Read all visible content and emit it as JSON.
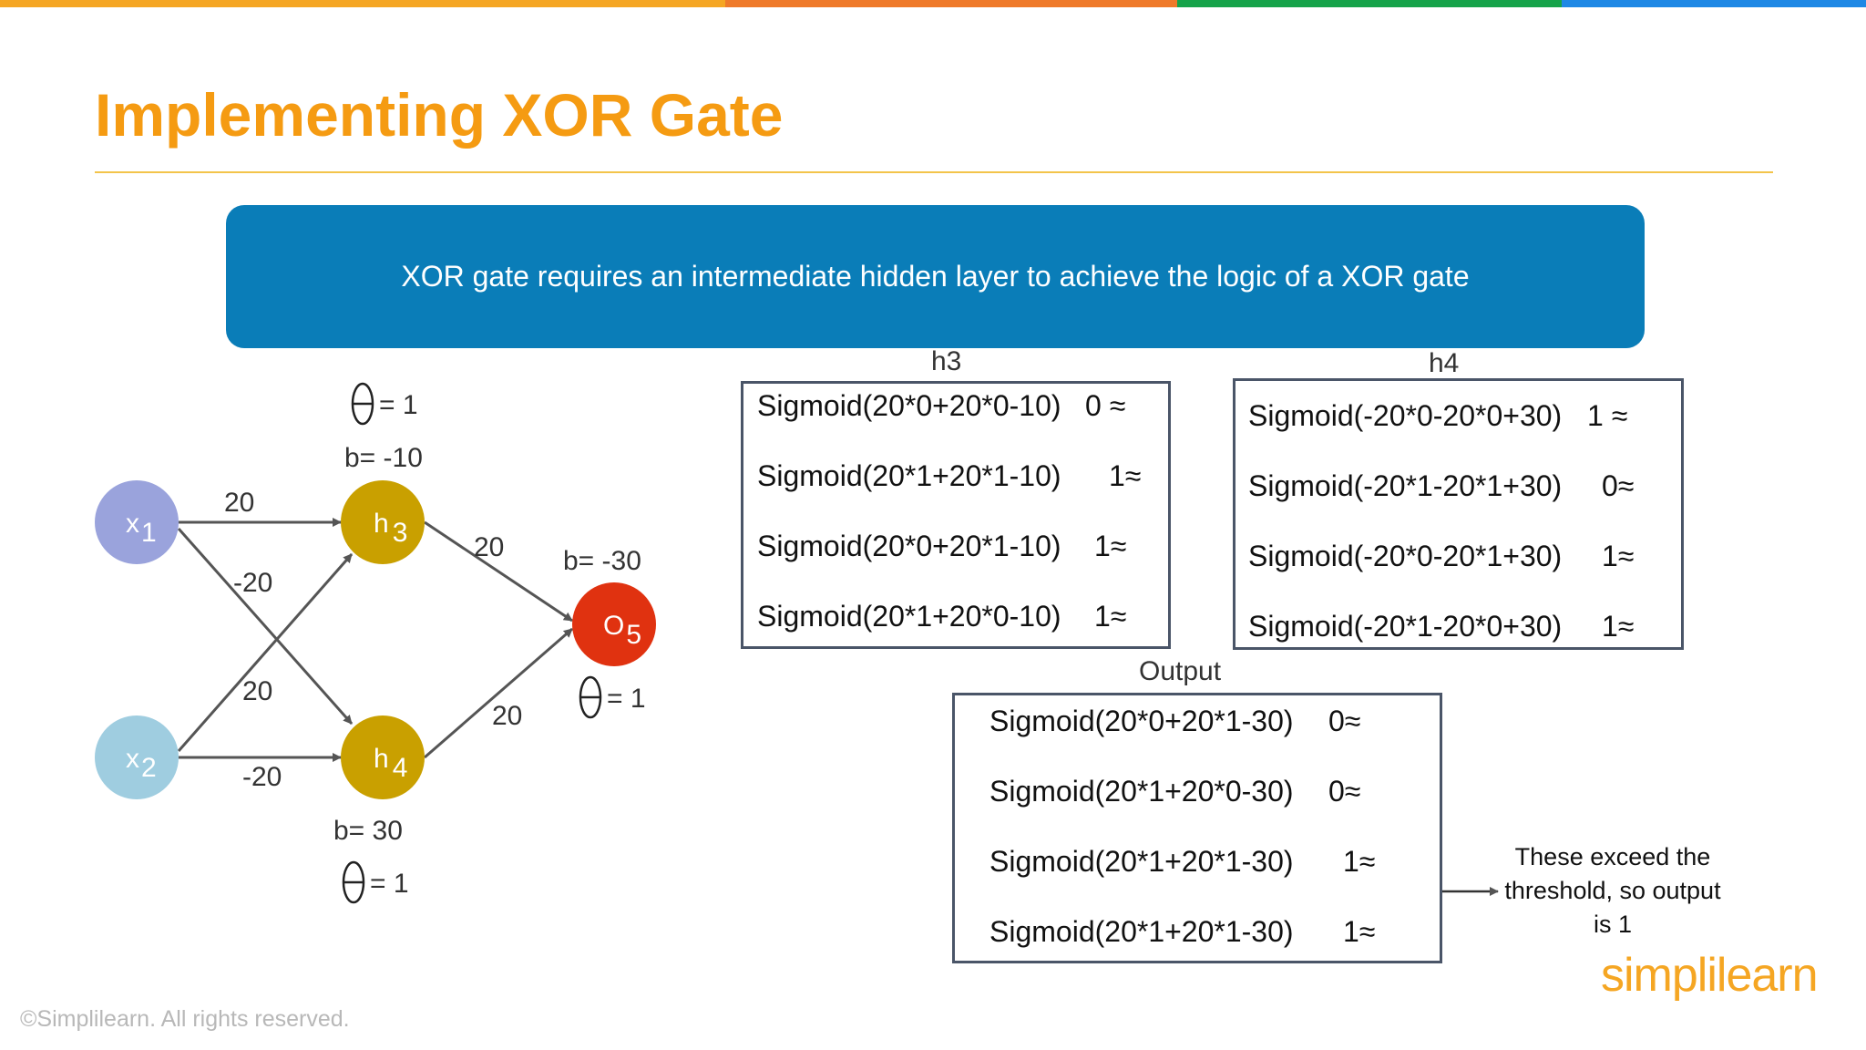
{
  "colors": {
    "title": "#f59b12",
    "banner": "#0a7db8",
    "node_input1": "#9aa3dc",
    "node_input2": "#9fcde0",
    "node_hidden": "#c9a000",
    "node_output": "#e03210",
    "topbar": [
      "#f5a623",
      "#ef7a2a",
      "#16a34a",
      "#1e88e5"
    ]
  },
  "slide": {
    "title": "Implementing XOR Gate",
    "banner": "XOR gate requires an intermediate hidden layer to achieve the logic of a XOR gate",
    "copyright": "©Simplilearn. All rights reserved.",
    "logo": "simplilearn"
  },
  "network": {
    "nodes": {
      "x1": {
        "label": "x",
        "sub": "1"
      },
      "x2": {
        "label": "x",
        "sub": "2"
      },
      "h3": {
        "label": "h",
        "sub": "3"
      },
      "h4": {
        "label": "h",
        "sub": "4"
      },
      "o5": {
        "label": "O",
        "sub": "5"
      }
    },
    "weights": {
      "x1_h3": "20",
      "x1_h4": "-20",
      "x2_h3": "20",
      "x2_h4": "-20",
      "h3_o5": "20",
      "h4_o5": "20"
    },
    "bias": {
      "h3": "b= -10",
      "h4": "b= 30",
      "o5": "b= -30"
    },
    "threshold": "= 1"
  },
  "tables": {
    "h3": {
      "title": "h3",
      "rows": [
        {
          "expr": "Sigmoid(20*0+20*0-10)",
          "result": "0 ≈"
        },
        {
          "expr": "Sigmoid(20*1+20*1-10)",
          "result": "1≈"
        },
        {
          "expr": "Sigmoid(20*0+20*1-10)",
          "result": "1≈"
        },
        {
          "expr": "Sigmoid(20*1+20*0-10)",
          "result": "1≈"
        }
      ]
    },
    "h4": {
      "title": "h4",
      "rows": [
        {
          "expr": "Sigmoid(-20*0-20*0+30)",
          "result": "1  ≈"
        },
        {
          "expr": "Sigmoid(-20*1-20*1+30)",
          "result": "0≈"
        },
        {
          "expr": "Sigmoid(-20*0-20*1+30)",
          "result": "1≈"
        },
        {
          "expr": "Sigmoid(-20*1-20*0+30)",
          "result": "1≈"
        }
      ]
    },
    "output": {
      "title": "Output",
      "rows": [
        {
          "expr": "Sigmoid(20*0+20*1-30)",
          "result": "0≈"
        },
        {
          "expr": "Sigmoid(20*1+20*0-30)",
          "result": "0≈"
        },
        {
          "expr": "Sigmoid(20*1+20*1-30)",
          "result": "1≈"
        },
        {
          "expr": "Sigmoid(20*1+20*1-30)",
          "result": "1≈"
        }
      ]
    }
  },
  "note": "These exceed the threshold, so output is 1"
}
